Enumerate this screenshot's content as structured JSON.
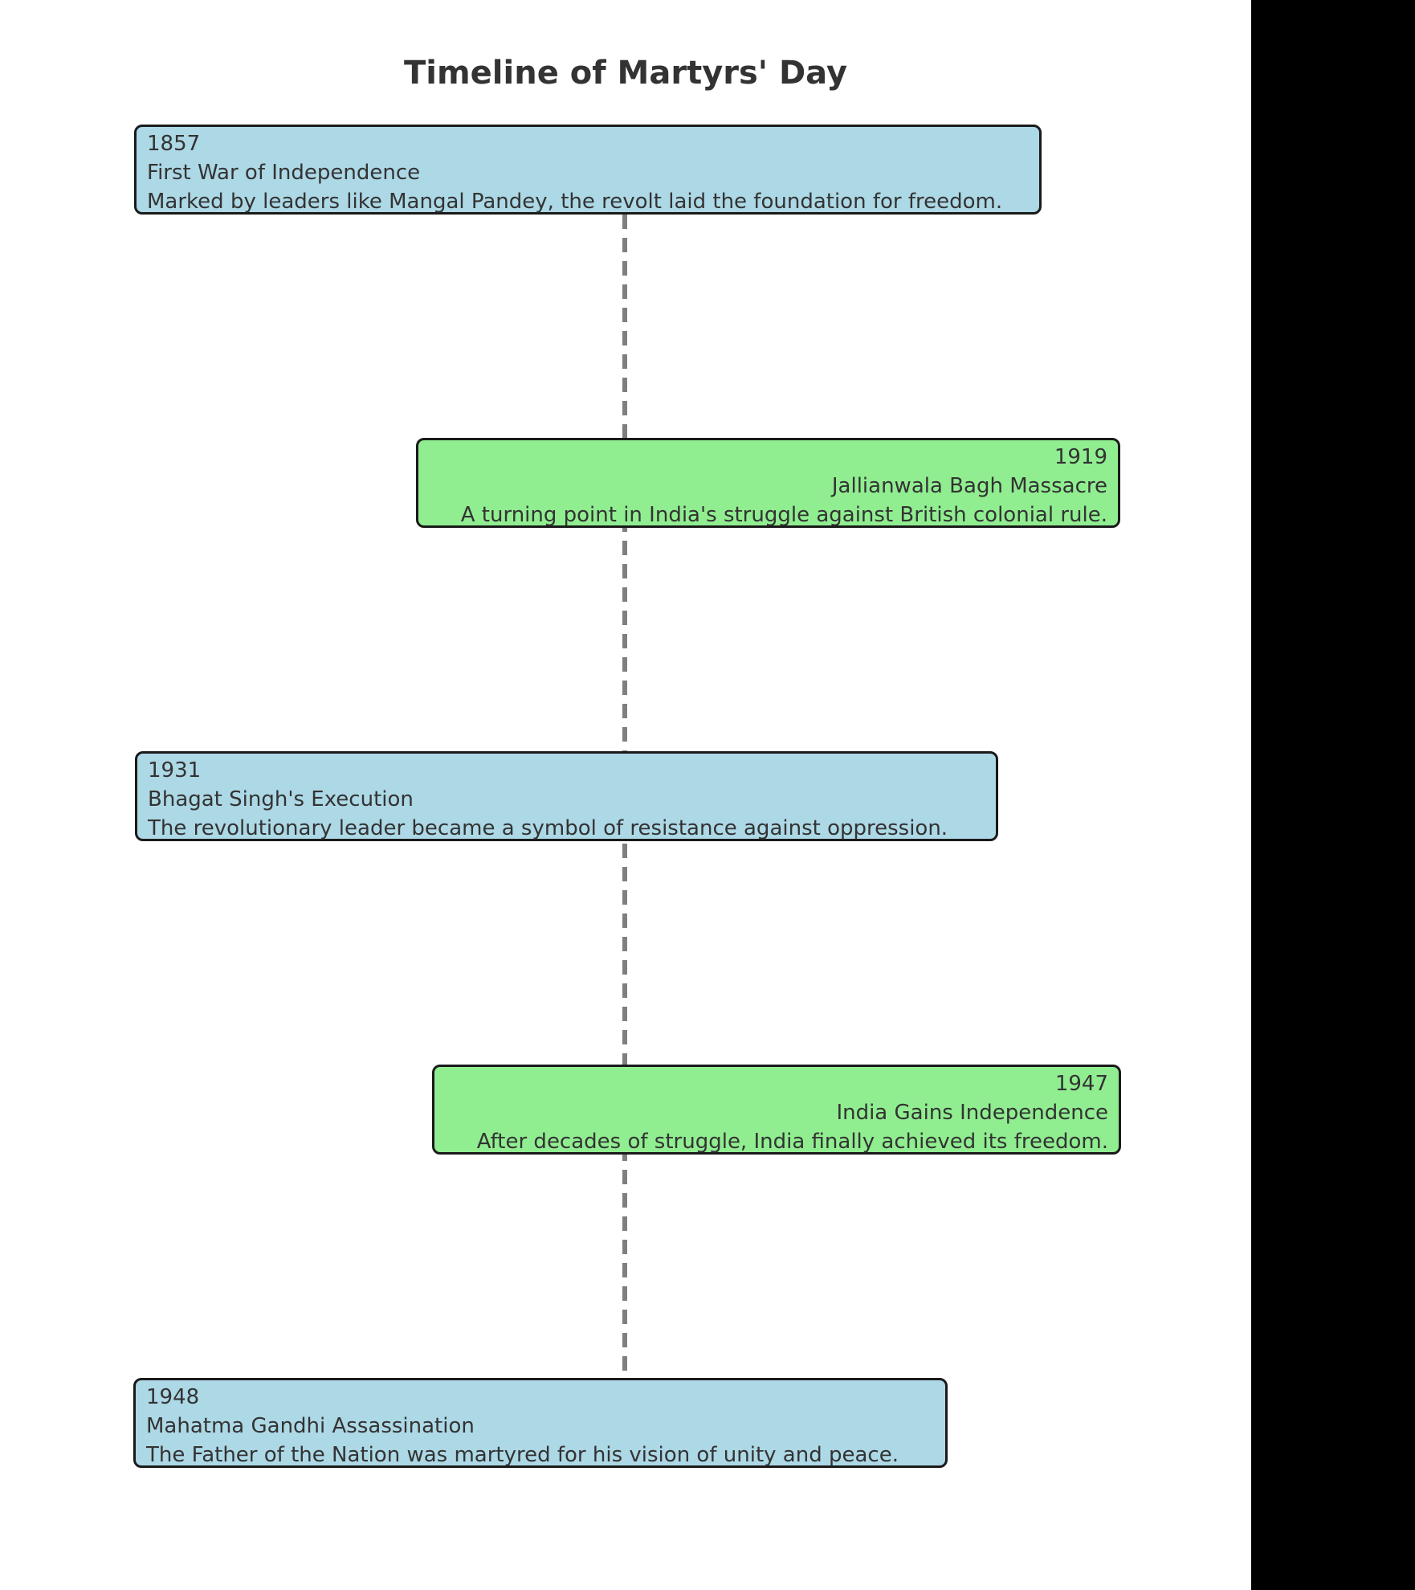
{
  "title": "Timeline of Martyrs' Day",
  "events": [
    {
      "year": "1857",
      "title": "First War of Independence",
      "description": "Marked by leaders like Mangal Pandey, the revolt laid the foundation for freedom.",
      "side": "left",
      "color": "#ADD8E6"
    },
    {
      "year": "1919",
      "title": "Jallianwala Bagh Massacre",
      "description": "A turning point in India's struggle against British colonial rule.",
      "side": "right",
      "color": "#90EE90"
    },
    {
      "year": "1931",
      "title": "Bhagat Singh's Execution",
      "description": "The revolutionary leader became a symbol of resistance against oppression.",
      "side": "left",
      "color": "#ADD8E6"
    },
    {
      "year": "1947",
      "title": "India Gains Independence",
      "description": "After decades of struggle, India finally achieved its freedom.",
      "side": "right",
      "color": "#90EE90"
    },
    {
      "year": "1948",
      "title": "Mahatma Gandhi Assassination",
      "description": "The Father of the Nation was martyred for his vision of unity and peace.",
      "side": "left",
      "color": "#ADD8E6"
    }
  ],
  "colors": {
    "event_blue": "#ADD8E6",
    "event_green": "#90EE90",
    "box_border": "#1a1a1a",
    "text": "#333333",
    "timeline_line": "#7f7f7f",
    "letterbox": "#000000",
    "background": "#ffffff"
  }
}
